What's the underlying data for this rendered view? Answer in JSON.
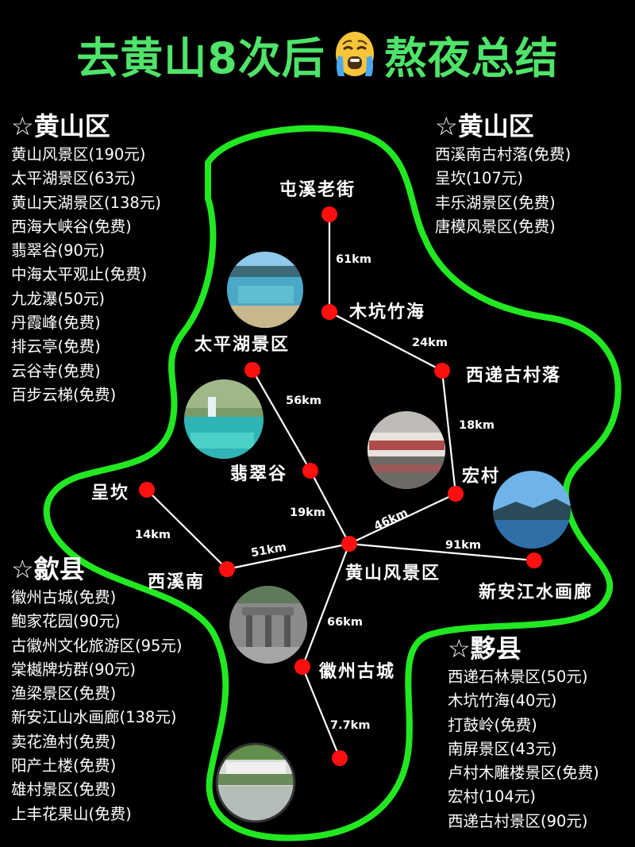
{
  "title": {
    "text_left": "去黄山8次后",
    "emoji": "loudly-crying-face",
    "text_right": "熬夜总结",
    "color": "#4fe36a"
  },
  "colors": {
    "background": "#000000",
    "outline": "#22e822",
    "node": "#ff1010",
    "text": "#ffffff",
    "route_line": "#ffffff"
  },
  "panels": {
    "huangshan_left": {
      "heading": "☆黄山区",
      "items": [
        "黄山风景区(190元)",
        "太平湖景区(63元)",
        "黄山天湖景区(138元)",
        "西海大峡谷(免费)",
        "翡翠谷(90元)",
        "中海太平观止(免费)",
        "九龙瀑(50元)",
        "丹霞峰(免费)",
        "排云亭(免费)",
        "云谷寺(免费)",
        "百步云梯(免费)"
      ]
    },
    "huangshan_right": {
      "heading": "☆黄山区",
      "items": [
        "西溪南古村落(免费)",
        "呈坎(107元)",
        "丰乐湖景区(免费)",
        "唐模风景区(免费)"
      ]
    },
    "shexian": {
      "heading": "☆歙县",
      "items": [
        "徽州古城(免费)",
        "鲍家花园(90元)",
        "古徽州文化旅游区(95元)",
        "棠樾牌坊群(90元)",
        "渔梁景区(免费)",
        "新安江山水画廊(138元)",
        "卖花渔村(免费)",
        "阳产土楼(免费)",
        "雄村景区(免费)",
        "上丰花果山(免费)"
      ]
    },
    "yixian": {
      "heading": "☆黟县",
      "items": [
        "西递石林景区(50元)",
        "木坑竹海(40元)",
        "打鼓岭(免费)",
        "南屏景区(43元)",
        "卢村木雕楼景区(免费)",
        "宏村(104元)",
        "西递古村景区(90元)"
      ]
    }
  },
  "map": {
    "nodes": [
      {
        "id": "tunxi",
        "label": "屯溪老街"
      },
      {
        "id": "mukeng",
        "label": "木坑竹海"
      },
      {
        "id": "xidi",
        "label": "西递古村落"
      },
      {
        "id": "hongcun",
        "label": "宏村"
      },
      {
        "id": "huangshan",
        "label": "黄山风景区"
      },
      {
        "id": "xinanjiang",
        "label": "新安江水画廊"
      },
      {
        "id": "huizhou",
        "label": "徽州古城"
      },
      {
        "id": "bottom",
        "label": ""
      },
      {
        "id": "xixinan",
        "label": "西溪南"
      },
      {
        "id": "chengkan",
        "label": "呈坎"
      },
      {
        "id": "feicui",
        "label": "翡翠谷"
      },
      {
        "id": "taiping",
        "label": "太平湖景区"
      }
    ],
    "edges": [
      {
        "from": "tunxi",
        "to": "mukeng",
        "distance": "61km"
      },
      {
        "from": "mukeng",
        "to": "xidi",
        "distance": "24km"
      },
      {
        "from": "xidi",
        "to": "hongcun",
        "distance": "18km"
      },
      {
        "from": "hongcun",
        "to": "huangshan",
        "distance": "46km"
      },
      {
        "from": "huangshan",
        "to": "xinanjiang",
        "distance": "91km"
      },
      {
        "from": "huangshan",
        "to": "huizhou",
        "distance": "66km"
      },
      {
        "from": "huizhou",
        "to": "bottom",
        "distance": "7.7km"
      },
      {
        "from": "huangshan",
        "to": "xixinan",
        "distance": "51km"
      },
      {
        "from": "xixinan",
        "to": "chengkan",
        "distance": "14km"
      },
      {
        "from": "huangshan",
        "to": "feicui",
        "distance": "19km"
      },
      {
        "from": "feicui",
        "to": "taiping",
        "distance": "56km"
      }
    ],
    "photos": [
      {
        "id": "photo-taiping-lake",
        "subject": "lake"
      },
      {
        "id": "photo-feicui-waterfall",
        "subject": "waterfall-pool"
      },
      {
        "id": "photo-hongcun-village",
        "subject": "village-reflection"
      },
      {
        "id": "photo-xinanjiang-river",
        "subject": "river-mountains"
      },
      {
        "id": "photo-paifang-archway",
        "subject": "stone-archway"
      },
      {
        "id": "photo-garden",
        "subject": "garden"
      }
    ]
  }
}
